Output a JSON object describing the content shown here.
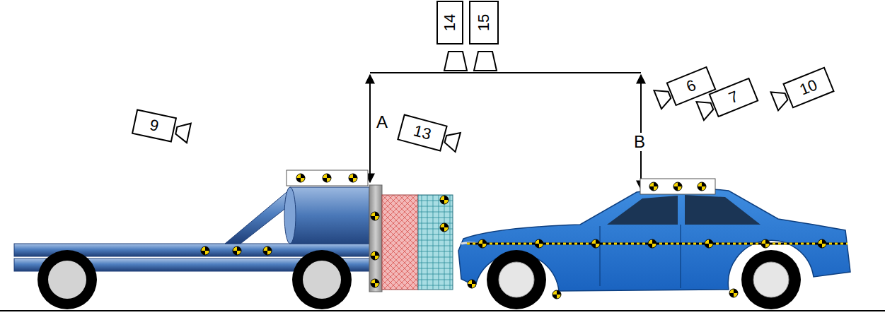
{
  "diagram": {
    "nodes": [
      {
        "text": [
          "14"
        ]
      },
      {
        "text": [
          "15"
        ]
      },
      {
        "text": [
          "9"
        ]
      },
      {
        "text": [
          "13"
        ]
      },
      {
        "text": [
          "6"
        ]
      },
      {
        "text": [
          "7"
        ]
      },
      {
        "text": [
          "10"
        ]
      }
    ],
    "labels": [
      "A",
      "B"
    ]
  }
}
